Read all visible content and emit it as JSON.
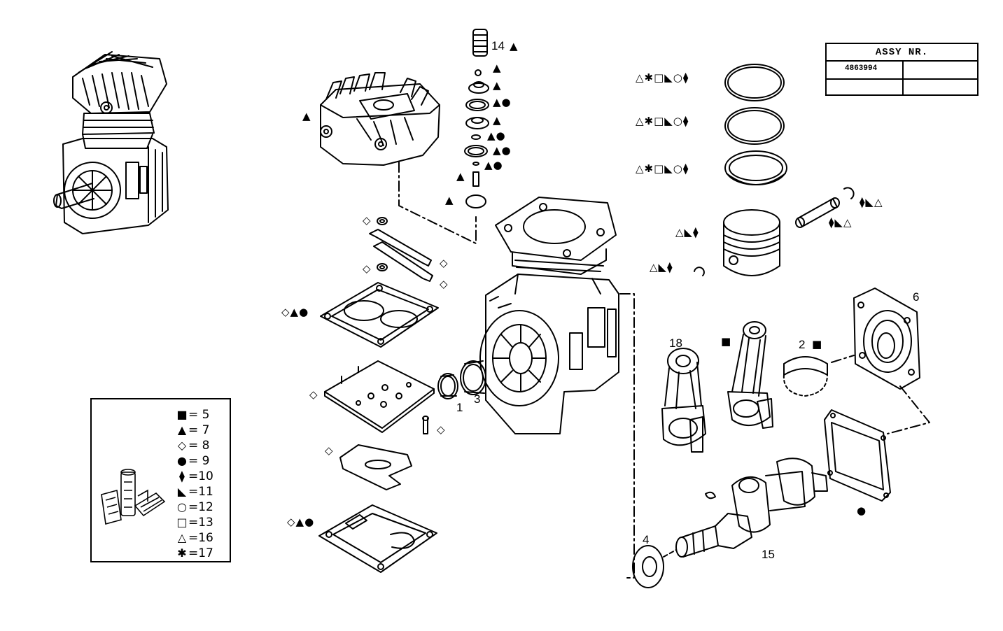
{
  "assy_table": {
    "header": "ASSY NR.",
    "number": "4863994"
  },
  "part_numbers": {
    "p14": "14",
    "p1": "1",
    "p3": "3",
    "p6": "6",
    "p18": "18",
    "p2": "2",
    "p4": "4",
    "p15": "15"
  },
  "symbol_groups": {
    "ring1": "△✱□◣○⧫",
    "ring2": "△✱□◣○⧫",
    "ring3": "△✱□◣○⧫",
    "piston": "△◣⧫",
    "circlip": "△◣⧫",
    "pin1": "⧫◣△",
    "pin2": "⧫◣△",
    "head": "▲",
    "v14": "▲",
    "v1": "▲",
    "v2": "▲",
    "v3": "▲●",
    "v4": "▲",
    "v5": "▲●",
    "v6": "▲●",
    "v7": "▲●",
    "v8": "▲",
    "v9": "▲",
    "washer_top": "◇",
    "washer_mid": "◇",
    "strip1": "◇",
    "strip2": "◇",
    "gasket1": "◇▲●",
    "plate": "◇",
    "screw": "◇",
    "smallplate": "◇",
    "gasket2": "◇▲●",
    "rod2": "■",
    "bearing2": "■",
    "gasket_right": "●"
  },
  "legend": [
    {
      "symbol": "■",
      "text": "=  5",
      "icon": "filled-square-icon"
    },
    {
      "symbol": "▲",
      "text": "=  7",
      "icon": "filled-triangle-icon"
    },
    {
      "symbol": "◇",
      "text": "=  8",
      "icon": "open-diamond-icon"
    },
    {
      "symbol": "●",
      "text": "=  9",
      "icon": "filled-circle-icon"
    },
    {
      "symbol": "⧫",
      "text": "=10",
      "icon": "filled-diamond-icon"
    },
    {
      "symbol": "◣",
      "text": "=11",
      "icon": "half-triangle-icon"
    },
    {
      "symbol": "○",
      "text": "=12",
      "icon": "open-circle-icon"
    },
    {
      "symbol": "□",
      "text": "=13",
      "icon": "open-square-icon"
    },
    {
      "symbol": "△",
      "text": "=16",
      "icon": "open-triangle-icon"
    },
    {
      "symbol": "✱",
      "text": "=17",
      "icon": "asterisk-icon"
    }
  ]
}
